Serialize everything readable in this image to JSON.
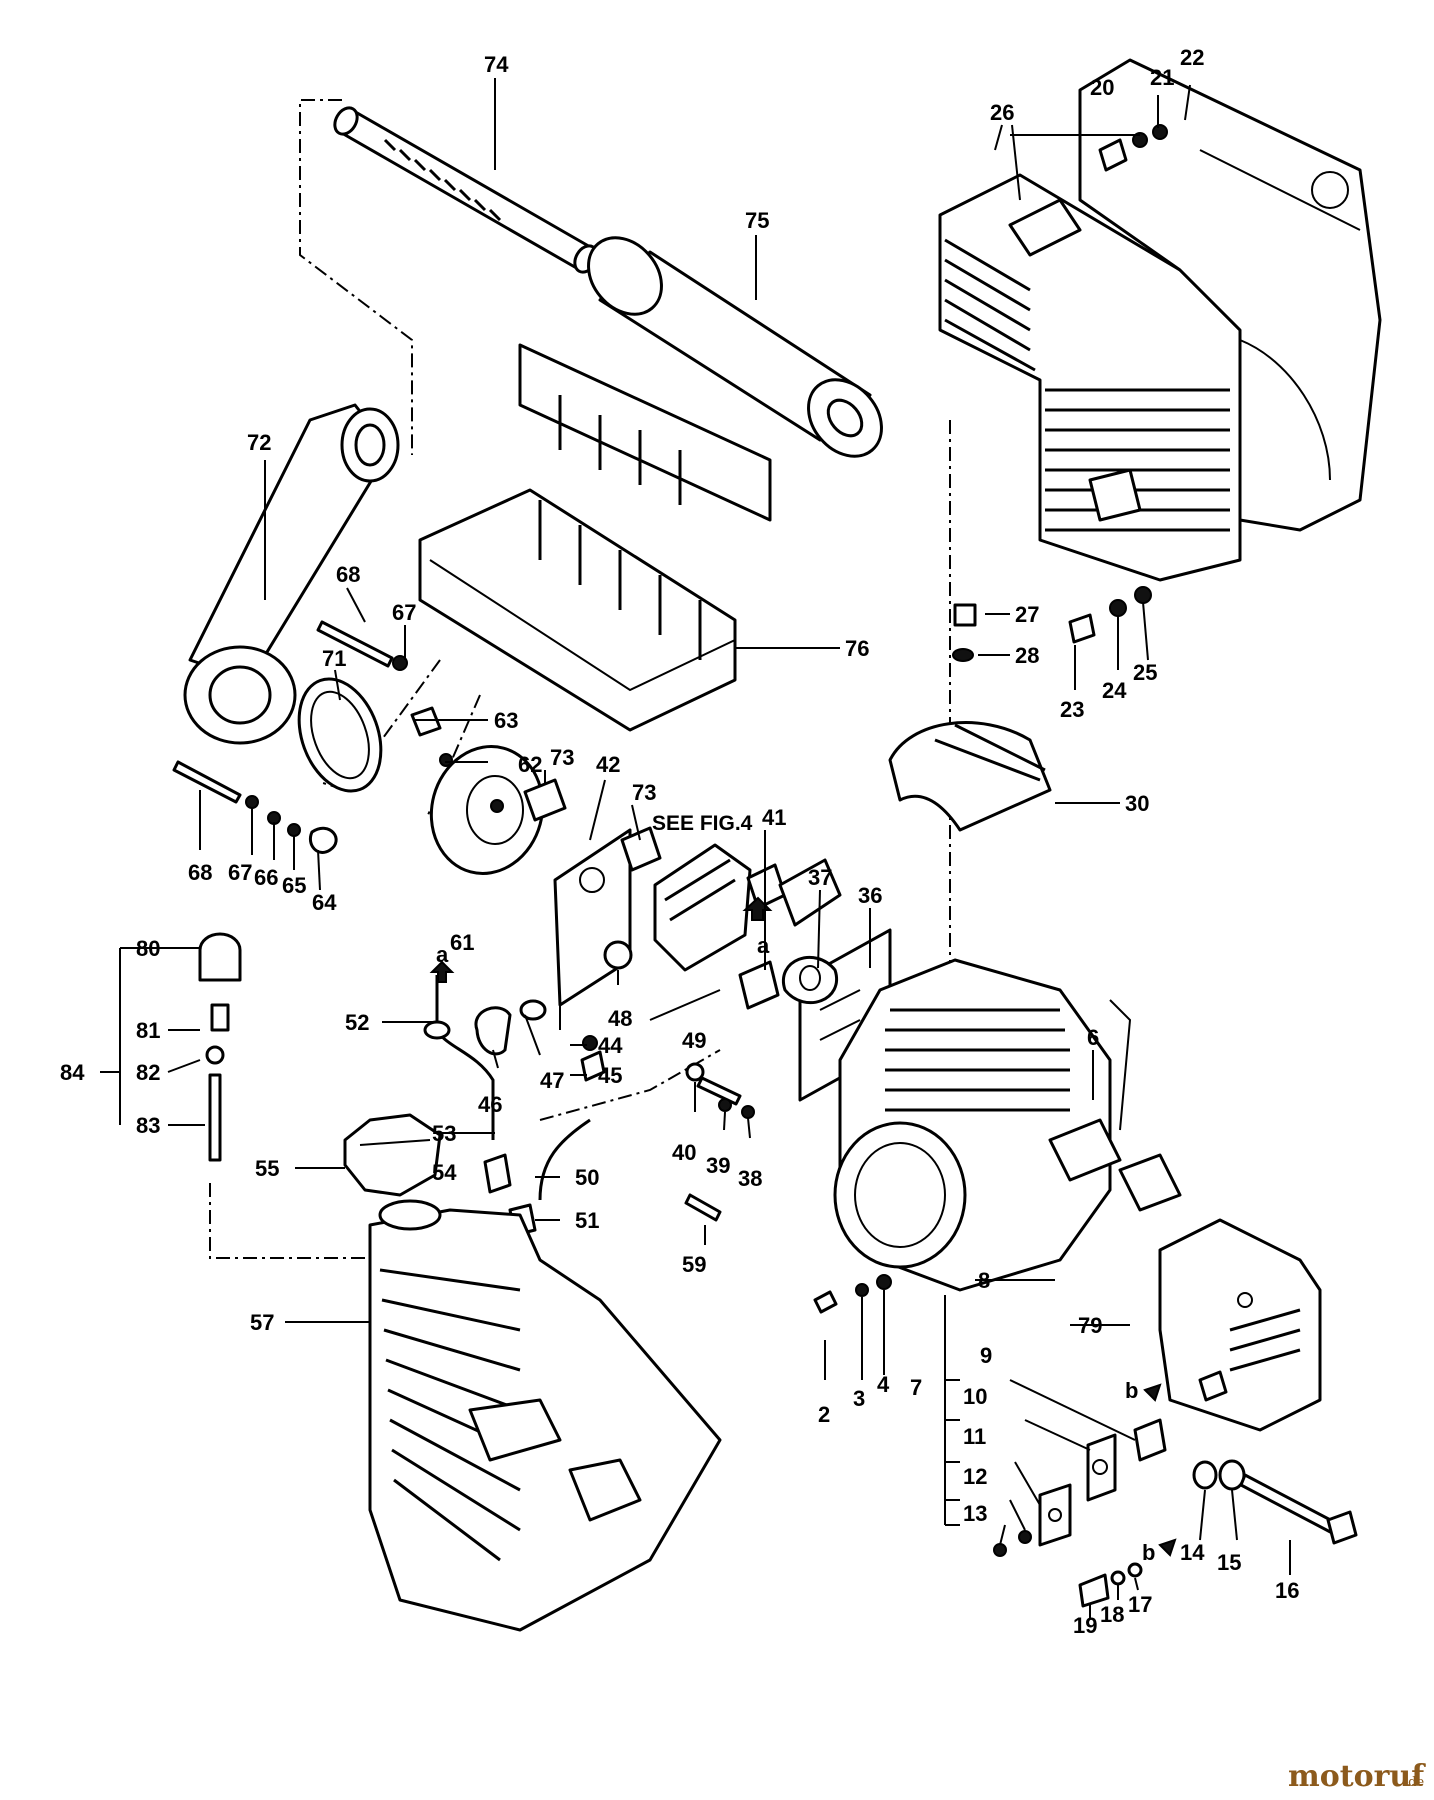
{
  "diagram": {
    "note": "SEE FIG.4",
    "arrow_marks": [
      "a",
      "a",
      "b",
      "b"
    ],
    "watermark": {
      "brand": "motoruf",
      "suffix": ".de"
    },
    "parts": [
      {
        "id": "p74",
        "label": "74"
      },
      {
        "id": "p75",
        "label": "75"
      },
      {
        "id": "p76",
        "label": "76"
      },
      {
        "id": "p72",
        "label": "72"
      },
      {
        "id": "p71",
        "label": "71"
      },
      {
        "id": "p68a",
        "label": "68"
      },
      {
        "id": "p67a",
        "label": "67"
      },
      {
        "id": "p63",
        "label": "63"
      },
      {
        "id": "p62",
        "label": "62"
      },
      {
        "id": "p61",
        "label": "61"
      },
      {
        "id": "p68b",
        "label": "68"
      },
      {
        "id": "p67b",
        "label": "67"
      },
      {
        "id": "p66",
        "label": "66"
      },
      {
        "id": "p65",
        "label": "65"
      },
      {
        "id": "p64",
        "label": "64"
      },
      {
        "id": "p73a",
        "label": "73"
      },
      {
        "id": "p42",
        "label": "42"
      },
      {
        "id": "p73b",
        "label": "73"
      },
      {
        "id": "p41",
        "label": "41"
      },
      {
        "id": "p37",
        "label": "37"
      },
      {
        "id": "p36",
        "label": "36"
      },
      {
        "id": "p26",
        "label": "26"
      },
      {
        "id": "p20",
        "label": "20"
      },
      {
        "id": "p21",
        "label": "21"
      },
      {
        "id": "p22",
        "label": "22"
      },
      {
        "id": "p27",
        "label": "27"
      },
      {
        "id": "p28",
        "label": "28"
      },
      {
        "id": "p23",
        "label": "23"
      },
      {
        "id": "p24",
        "label": "24"
      },
      {
        "id": "p25",
        "label": "25"
      },
      {
        "id": "p30",
        "label": "30"
      },
      {
        "id": "p6",
        "label": "6"
      },
      {
        "id": "p80",
        "label": "80"
      },
      {
        "id": "p81",
        "label": "81"
      },
      {
        "id": "p82",
        "label": "82"
      },
      {
        "id": "p84",
        "label": "84"
      },
      {
        "id": "p83",
        "label": "83"
      },
      {
        "id": "p52",
        "label": "52"
      },
      {
        "id": "p46",
        "label": "46"
      },
      {
        "id": "p47",
        "label": "47"
      },
      {
        "id": "p48",
        "label": "48"
      },
      {
        "id": "p49",
        "label": "49"
      },
      {
        "id": "p44",
        "label": "44"
      },
      {
        "id": "p45",
        "label": "45"
      },
      {
        "id": "p40",
        "label": "40"
      },
      {
        "id": "p39",
        "label": "39"
      },
      {
        "id": "p38",
        "label": "38"
      },
      {
        "id": "p53",
        "label": "53"
      },
      {
        "id": "p54",
        "label": "54"
      },
      {
        "id": "p55",
        "label": "55"
      },
      {
        "id": "p50",
        "label": "50"
      },
      {
        "id": "p51",
        "label": "51"
      },
      {
        "id": "p59",
        "label": "59"
      },
      {
        "id": "p57",
        "label": "57"
      },
      {
        "id": "p8",
        "label": "8"
      },
      {
        "id": "p79",
        "label": "79"
      },
      {
        "id": "p2",
        "label": "2"
      },
      {
        "id": "p3",
        "label": "3"
      },
      {
        "id": "p4",
        "label": "4"
      },
      {
        "id": "p7",
        "label": "7"
      },
      {
        "id": "p9",
        "label": "9"
      },
      {
        "id": "p10",
        "label": "10"
      },
      {
        "id": "p11",
        "label": "11"
      },
      {
        "id": "p12",
        "label": "12"
      },
      {
        "id": "p13",
        "label": "13"
      },
      {
        "id": "p14",
        "label": "14"
      },
      {
        "id": "p15",
        "label": "15"
      },
      {
        "id": "p16",
        "label": "16"
      },
      {
        "id": "p17",
        "label": "17"
      },
      {
        "id": "p18",
        "label": "18"
      },
      {
        "id": "p19",
        "label": "19"
      }
    ]
  }
}
